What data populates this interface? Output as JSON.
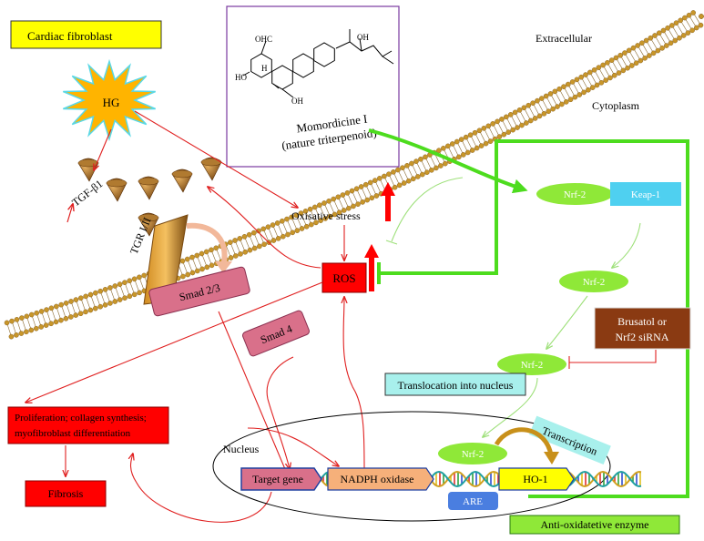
{
  "labels": {
    "cardiac_fibroblast": "Cardiac fibroblast",
    "hg": "HG",
    "tgf_b1": "TGF-β1",
    "tgr": "TGR I/II",
    "smad23": "Smad 2/3",
    "smad4": "Smad 4",
    "extracellular": "Extracellular",
    "cytoplasm": "Cytoplasm",
    "momordicine_name": "Momordicine I",
    "momordicine_desc": "(nature triterpenoid)",
    "oxidative_stress": "Oxisative stress",
    "ros": "ROS",
    "nrf2": "Nrf-2",
    "keap1": "Keap-1",
    "brusatol_line1": "Brusatol or",
    "brusatol_line2": "Nrf2 siRNA",
    "translocation": "Translocation into nucleus",
    "transcription": "Transcription",
    "proliferation_line1": "Proliferation; collagen synthesis;",
    "proliferation_line2": "myofibroblast differentiation",
    "fibrosis": "Fibrosis",
    "nucleus": "Nucleus",
    "target_gene": "Target gene",
    "nadph": "NADPH oxidase",
    "are": "ARE",
    "ho1": "HO-1",
    "anti_oxidative": "Anti-oxidatetive enzyme"
  },
  "structure_atoms": {
    "oh_top": "OH",
    "ohc": "OHC",
    "h": "H",
    "ho": "HO",
    "oh_bottom": "OH"
  },
  "colors": {
    "green_accent": "#4ddc1e",
    "light_green_arrow": "#9ee07a",
    "red_arrow": "#e02020",
    "ros_fill": "#ff0000",
    "membrane": "#c8962a",
    "hg_fill": "#ffb400",
    "smad_fill": "#d9708a",
    "keap_fill": "#4fd0f0",
    "nrf_fill": "#8fe838",
    "cyan_box": "#a8f0ec",
    "brusatol_fill": "#8a3a12",
    "yellow_fill": "#ffff00"
  }
}
